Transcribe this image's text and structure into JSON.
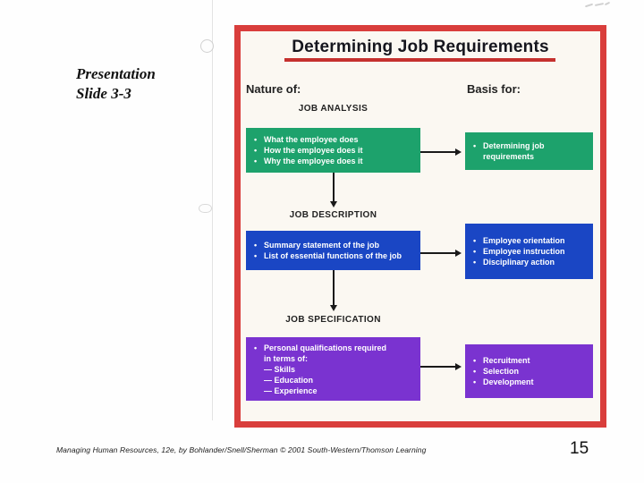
{
  "page": {
    "slide_label_line1": "Presentation",
    "slide_label_line2": "Slide 3-3",
    "footer": "Managing Human Resources, 12e, by Bohlander/Snell/Sherman © 2001 South-Western/Thomson Learning",
    "page_number": "15"
  },
  "slide": {
    "title": "Determining Job Requirements",
    "column_left": "Nature of:",
    "column_right": "Basis for:",
    "sections": [
      {
        "label": "JOB ANALYSIS",
        "color": "#1da26c",
        "left_items": [
          "What the employee does",
          "How the employee does it",
          "Why the employee does it"
        ],
        "right_items": [
          "Determining job requirements"
        ]
      },
      {
        "label": "JOB DESCRIPTION",
        "color": "#1a46c4",
        "left_items": [
          "Summary statement of the job",
          "List of essential functions of the job"
        ],
        "right_items": [
          "Employee orientation",
          "Employee instruction",
          "Disciplinary action"
        ]
      },
      {
        "label": "JOB SPECIFICATION",
        "color": "#7a33d0",
        "left_items": [
          "Personal qualifications required",
          "in terms of:",
          "— Skills",
          "— Education",
          "— Experience"
        ],
        "right_items": [
          "Recruitment",
          "Selection",
          "Development"
        ]
      }
    ]
  },
  "colors": {
    "frame_red": "#d93e3c",
    "underline_red": "#c5312f",
    "analysis_green": "#1da26c",
    "description_blue": "#1a46c4",
    "specification_purple": "#7a33d0"
  }
}
